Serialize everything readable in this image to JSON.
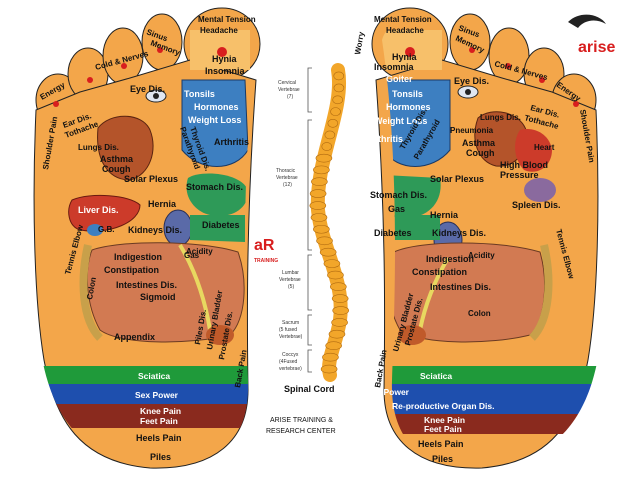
{
  "brand": {
    "logo_top_right": "arise",
    "logo_center": "aR",
    "logo_center_sub": "TRAINING",
    "credit_line1": "ARISE TRAINING &",
    "credit_line2": "RESEARCH CENTER"
  },
  "left_foot": {
    "labels": {
      "mental_tension": "Mental Tension",
      "headache": "Headache",
      "sinus": "Sinus",
      "memory": "Memory",
      "cold_nerves": "Cold & Nerves",
      "energy": "Energy",
      "eye_dis": "Eye Dis.",
      "hynia": "Hynia",
      "insomnia": "Insomnia",
      "ear_dis": "Ear Dis.",
      "tothache": "Tothache",
      "tonsils": "Tonsils",
      "hormones": "Hormones",
      "weight_loss": "Weight Loss",
      "lungs_dis": "Lungs Dis.",
      "shoulder_pain": "Shoulder Pain",
      "thyroid_dis": "Thyroid Dis.",
      "parathyroid": "Parathyroid",
      "arthritis": "Arthritis",
      "asthma": "Asthma",
      "cough": "Cough",
      "solar_plexus": "Solar Plexus",
      "stomach_dis": "Stomach Dis.",
      "liver_dis": "Liver Dis.",
      "hernia": "Hernia",
      "gb": "G.B.",
      "kidneys_dis": "Kidneys Dis.",
      "diabetes": "Diabetes",
      "tennis_elbow": "Tennis Elbow",
      "acidity": "Acidity",
      "gas": "Gas",
      "indigestion": "Indigestion",
      "constipation": "Constipation",
      "intestines_dis": "Intestines Dis.",
      "sigmoid": "Sigmoid",
      "colon": "Colon",
      "appendix": "Appendix",
      "piles_dis": "Piles Dis.",
      "urinary_bladder": "Urinary Bladder",
      "prostate_dis": "Prostate Dis.",
      "back_pain": "Back Pain"
    },
    "bands": {
      "sciatica": "Sciatica",
      "sex_power": "Sex Power",
      "knee_pain": "Knee Pain",
      "feet_pain": "Feet Pain",
      "heels_pain": "Heels Pain",
      "piles": "Piles"
    }
  },
  "right_foot": {
    "labels": {
      "mental_tension": "Mental Tension",
      "headache": "Headache",
      "worry": "Worry",
      "sinus": "Sinus",
      "memory": "Memory",
      "cold_nerves": "Cold & Nerves",
      "energy": "Energy",
      "hynia": "Hynia",
      "insomnia": "Insomnia",
      "goiter": "Goiter",
      "eye_dis": "Eye Dis.",
      "ear_dis": "Ear Dis.",
      "tothache": "Tothache",
      "tonsils": "Tonsils",
      "hormones": "Hormones",
      "weight_loss": "Weight Loss",
      "lungs_dis": "Lungs Dis.",
      "pneumonia": "Pneumonia",
      "arthritis": "Arthritis",
      "thyroid_dis": "Thyroid Dis.",
      "parathyroid": "Parathyroid",
      "asthma": "Asthma",
      "cough": "Cough",
      "heart": "Heart",
      "high_blood": "High Blood",
      "pressure": "Pressure",
      "shoulder_pain": "Shoulder Pain",
      "stomach_dis": "Stomach Dis.",
      "gas": "Gas",
      "solar_plexus": "Solar Plexus",
      "spleen_dis": "Spleen Dis.",
      "hernia": "Hernia",
      "diabetes": "Diabetes",
      "kidneys_dis": "Kidneys Dis.",
      "tennis_elbow": "Tennis Elbow",
      "acidity": "Acidity",
      "indigestion": "Indigestion",
      "constipation": "Constipation",
      "intestines_dis": "Intestines Dis.",
      "colon": "Colon",
      "urinary_bladder": "Urinary Bladder",
      "prostate_dis": "Prostate Dis.",
      "back_pain": "Back Pain"
    },
    "bands": {
      "sciatica": "Sciatica",
      "sex_power": "Sex Power",
      "reproductive": "Re-productive Organ Dis.",
      "knee_pain": "Knee Pain",
      "feet_pain": "Feet Pain",
      "heels_pain": "Heels Pain",
      "piles": "Piles"
    }
  },
  "spine": {
    "cervical": "Cervical",
    "cervical_sub": "Vertebrae",
    "cervical_count": "(7)",
    "thoracic": "Thoracic",
    "thoracic_sub": "Vertebrae",
    "thoracic_count": "(12)",
    "lumbar": "Lumbar",
    "lumbar_sub": "Vertebrae",
    "lumbar_count": "(5)",
    "sacrum": "Sacrum",
    "sacrum_sub": "(5 fused",
    "sacrum_sub2": "Vertebrae)",
    "coccyx": "Coccyx",
    "coccyx_sub": "(4Fused",
    "coccyx_sub2": "vertebrae)",
    "caption": "Spinal Cord"
  },
  "colors": {
    "skin": "#f3a64a",
    "sciatica_band": "#1f9a3a",
    "sex_power_band": "#1e4fae",
    "knee_band": "#8a2a1e",
    "spine": "#f2a62a",
    "organ_blue": "#3d7fc1",
    "organ_green": "#2e9a58"
  }
}
